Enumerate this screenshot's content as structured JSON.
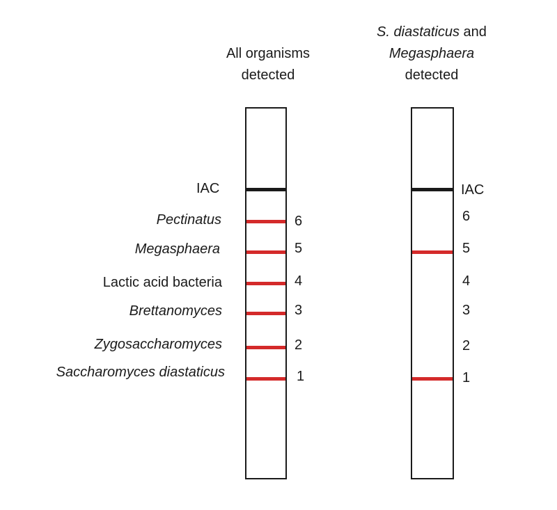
{
  "strips": [
    {
      "title_lines": [
        {
          "text": "All organisms",
          "italic": false
        },
        {
          "text": "detected",
          "italic": false
        }
      ],
      "control_label": "IAC",
      "positive_bands": [
        "6",
        "5",
        "4",
        "3",
        "2",
        "1"
      ]
    },
    {
      "title_lines": [
        {
          "parts": [
            {
              "text": "S. diastaticus",
              "italic": true
            },
            {
              "text": " and",
              "italic": false
            }
          ]
        },
        {
          "parts": [
            {
              "text": "Megasphaera",
              "italic": true
            }
          ]
        },
        {
          "parts": [
            {
              "text": "detected",
              "italic": false
            }
          ]
        }
      ],
      "control_label": "IAC",
      "positive_bands": [
        "5",
        "1"
      ]
    }
  ],
  "bands": [
    {
      "number": "6",
      "organism": "Pectinatus",
      "italic": true
    },
    {
      "number": "5",
      "organism": "Megasphaera",
      "italic": true
    },
    {
      "number": "4",
      "organism": "Lactic acid bacteria",
      "italic": false
    },
    {
      "number": "3",
      "organism": "Brettanomyces",
      "italic": true
    },
    {
      "number": "2",
      "organism": "Zygosaccharomyces",
      "italic": true
    },
    {
      "number": "1",
      "organism": "Saccharomyces diastaticus",
      "italic": true
    }
  ],
  "colors": {
    "control_band": "#1a1a1a",
    "test_band": "#d42a2a",
    "outline": "#1a1a1a"
  }
}
